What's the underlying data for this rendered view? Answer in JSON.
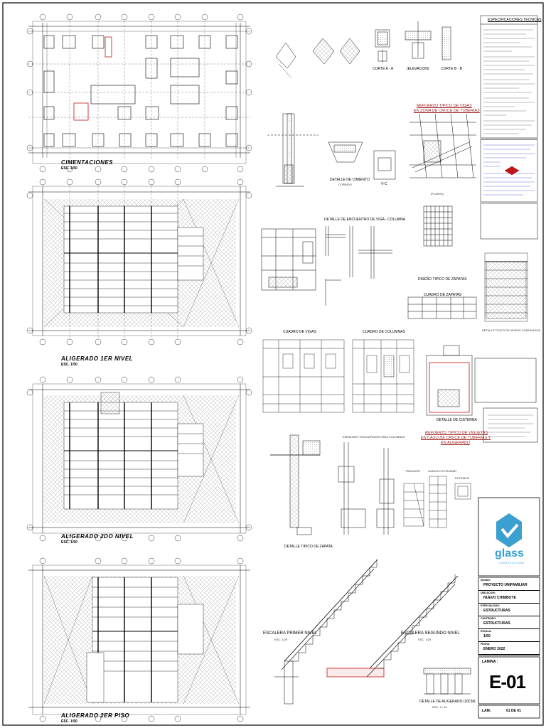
{
  "plans": {
    "cimentaciones": {
      "title": "CIMENTACIONES",
      "scale": "ESC. 1/50"
    },
    "aligerado_1": {
      "title": "ALIGERADO 1ER NIVEL",
      "scale": "ESC. 1/50"
    },
    "aligerado_2": {
      "title": "ALIGERADO 2DO NIVEL",
      "scale": "ESC. 1/50"
    },
    "aligerado_3": {
      "title": "ALIGERADO 2ER PISO",
      "scale": "ESC. 1/50"
    }
  },
  "details": {
    "corte_a": "CORTE A - A",
    "elevacion": "(ELEVACION)",
    "corte_b": "CORTE B - B",
    "refuerzo_vigas_1": "REFUERZO TIPICO DE VIGAS",
    "refuerzo_vigas_2": "EN ZONA DE CRUCE DE TUBERIAS",
    "planta": "(PLANTA)",
    "cimiento": "DETALLE DE CIMIENTO",
    "cimiento_sub": "CORRIDO",
    "vc": "V-C",
    "encuentro": "DETALLE DE ENCUENTRO DE VIGA - COLUMNA",
    "diseno_zapatas": "DISEÑO TIPICO DE ZAPATAS",
    "cuadro_zapatas": "CUADRO DE ZAPATAS",
    "muros": "DETALLE TIPICO DE MUROS CONFINADOS",
    "cuadro_vigas": "CUADRO DE VIGAS",
    "cuadro_columnas": "CUADRO DE COLUMNAS",
    "cisterna": "DETALLE DE CISTERNA",
    "viguetas_1": "REFUERZO TIPICO DE VIGUETAS",
    "viguetas_2": "EN CASO DE CRUCE DE TUBERIAS Y",
    "viguetas_3": "EN ALIGERADO",
    "empalmes": "EMPALMES TRASLAPADOS PARA COLUMNAS",
    "traslape": "TRASLAPE",
    "gancho": "GANCHO ESTANDAR",
    "estribos": "ESTRIBOS",
    "zapata": "DETALLE TIPICO DE ZAPATA",
    "escalera_1": "ESCALERA PRIMER NIVEL",
    "escalera_1_scale": "ESC. 1/25",
    "escalera_2": "ESCALERA SEGUNDO NIVEL",
    "escalera_2_scale": "ESC. 1/25",
    "aligerado_det": "DETALLE DE ALIGERADO (20CM)",
    "aligerado_det_scale": "ESC. 1 / 10",
    "especificaciones": "ESPECIFICACIONES TECNICAS"
  },
  "title_block": {
    "logo_text": "glass",
    "logo_sub": "CONSTRUCTORA",
    "rows": [
      {
        "key": "Nombre:",
        "value": "PROYECTO UNIFAMILIAR"
      },
      {
        "key": "UBICACION:",
        "value": "NUEVO CHIMBOTE"
      },
      {
        "key": "ESPECIALIDAD:",
        "value": "ESTRUCTURAS"
      },
      {
        "key": "CONTENIDO:",
        "value": "ESTRUCTURAS"
      },
      {
        "key": "ESCALA:",
        "value": "1/50"
      },
      {
        "key": "FECHA:",
        "value": "ENERO 2022"
      }
    ],
    "lamina_key": "LAMINA :",
    "lamina": "E-01",
    "lam_label": "LAM.",
    "lam_count": "01 DE 01"
  },
  "colors": {
    "line": "#000000",
    "red": "#c01818",
    "blue": "#1a3cc8",
    "logo": "#3aa0cf"
  }
}
